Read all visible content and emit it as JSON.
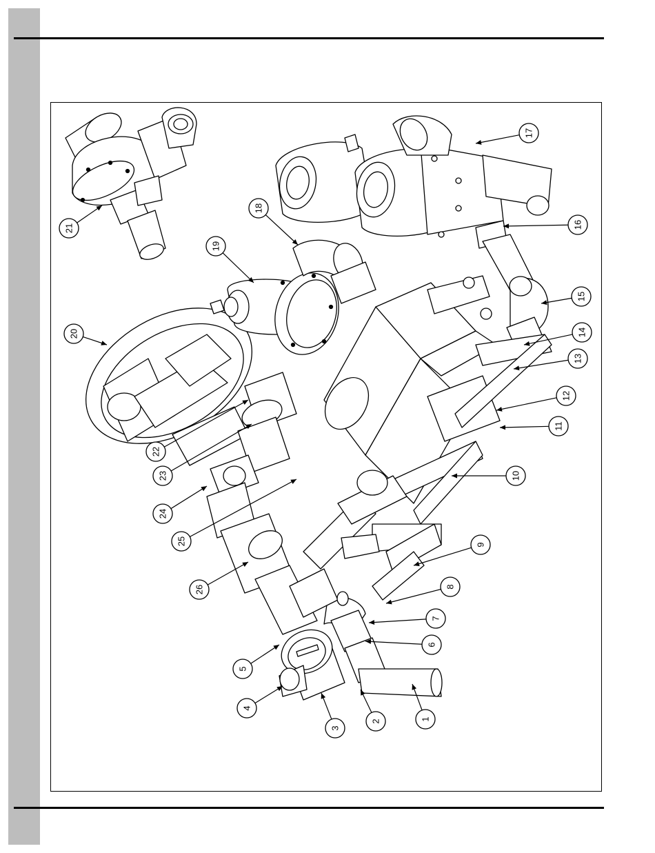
{
  "callouts": [
    {
      "num": "1"
    },
    {
      "num": "2"
    },
    {
      "num": "3"
    },
    {
      "num": "4"
    },
    {
      "num": "5"
    },
    {
      "num": "6"
    },
    {
      "num": "7"
    },
    {
      "num": "8"
    },
    {
      "num": "9"
    },
    {
      "num": "10"
    },
    {
      "num": "11"
    },
    {
      "num": "12"
    },
    {
      "num": "13"
    },
    {
      "num": "14"
    },
    {
      "num": "15"
    },
    {
      "num": "16"
    },
    {
      "num": "17"
    },
    {
      "num": "18"
    },
    {
      "num": "19"
    },
    {
      "num": "20"
    },
    {
      "num": "21"
    },
    {
      "num": "22"
    },
    {
      "num": "23"
    },
    {
      "num": "24"
    },
    {
      "num": "25"
    },
    {
      "num": "26"
    }
  ],
  "colors": {
    "line": "#000000",
    "sidebar": "#bdbdbd",
    "background": "#ffffff"
  }
}
